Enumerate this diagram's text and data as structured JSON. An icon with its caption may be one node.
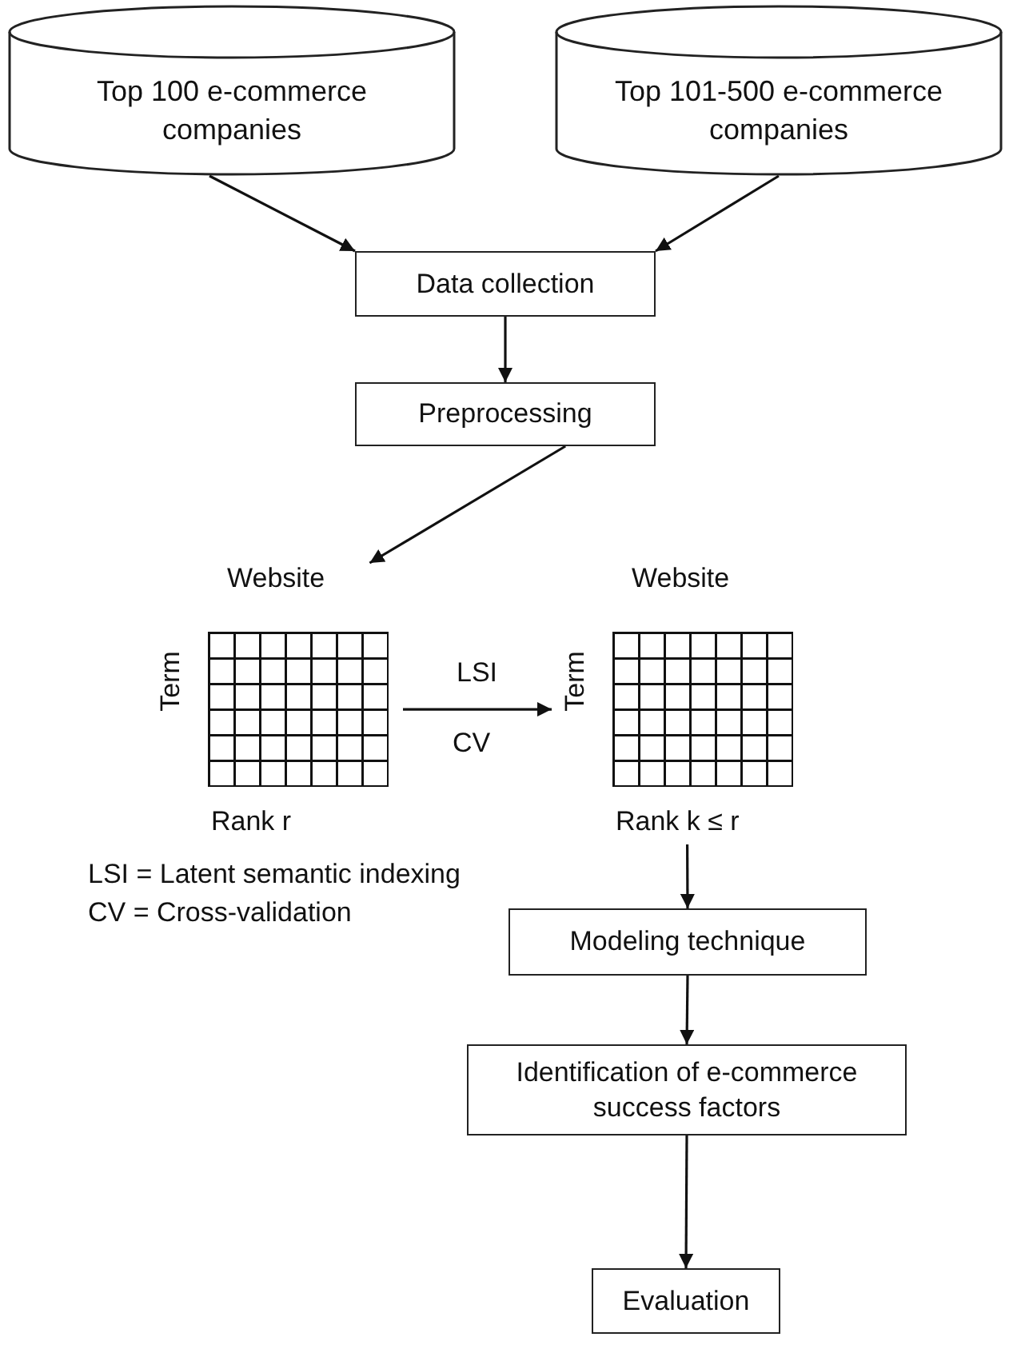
{
  "diagram": {
    "nodes": [
      {
        "text": [
          "Top 100 e-commerce companies"
        ]
      },
      {
        "text": [
          "Top 101-500 e-commerce companies"
        ]
      },
      {
        "text": [
          "Data collection"
        ]
      },
      {
        "text": [
          "Preprocessing"
        ]
      },
      {
        "text": [
          "Website",
          "Term",
          "Rank r"
        ]
      },
      {
        "text": [
          "Website",
          "Term",
          "Rank k ≤ r"
        ]
      },
      {
        "text": [
          "Modeling technique"
        ]
      },
      {
        "text": [
          "Identification of e-commerce success factors"
        ]
      },
      {
        "text": [
          "Evaluation"
        ]
      }
    ],
    "edges": [
      {
        "from": 0,
        "to": 2,
        "arrow": "to"
      },
      {
        "from": 1,
        "to": 2,
        "arrow": "to"
      },
      {
        "from": 2,
        "to": 3,
        "arrow": "to"
      },
      {
        "from": 3,
        "to": 4,
        "arrow": "to"
      },
      {
        "from": 4,
        "to": 5,
        "label": "LSI",
        "arrow": "to"
      },
      {
        "from": 5,
        "to": 6,
        "arrow": "to"
      },
      {
        "from": 6,
        "to": 7,
        "arrow": "to"
      },
      {
        "from": 7,
        "to": 8,
        "arrow": "to"
      }
    ],
    "labels": [
      "CV",
      "LSI = Latent semantic indexing",
      "CV = Cross-validation"
    ]
  }
}
